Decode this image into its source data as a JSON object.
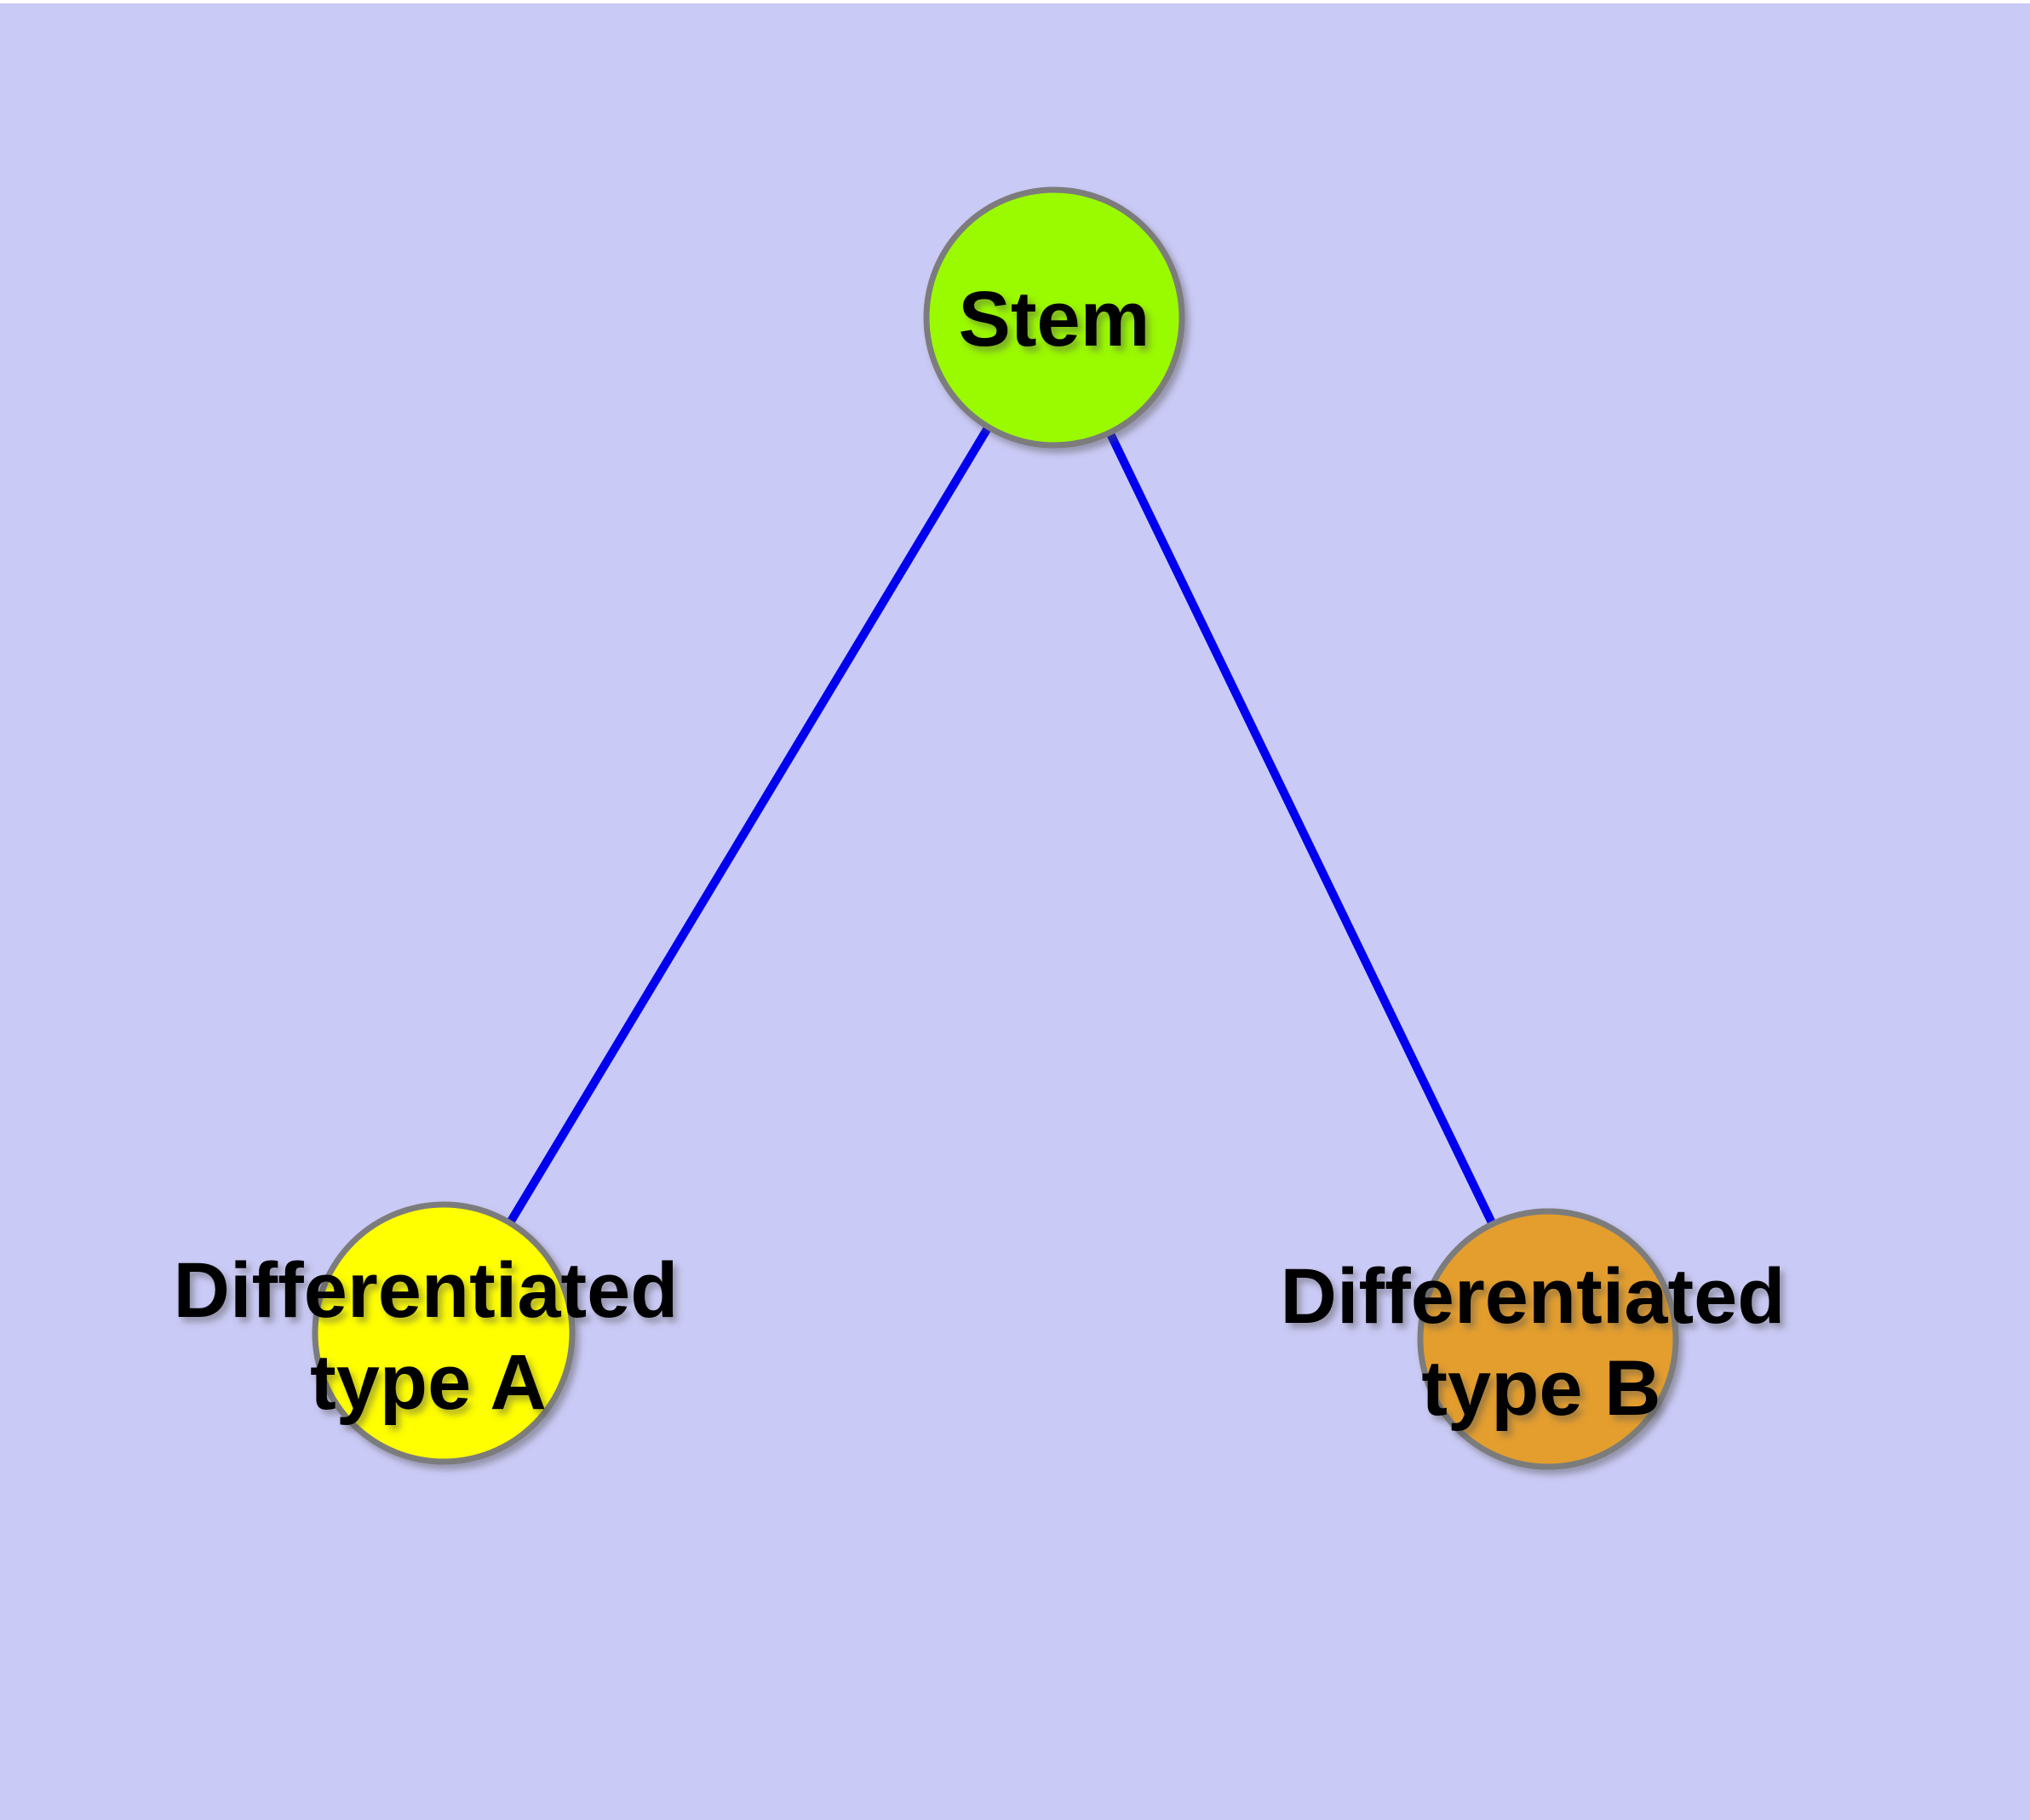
{
  "diagram": {
    "background_color": "#CACAF6",
    "top_margin_color": "#FFFFFF",
    "edge_color": "#0000EE",
    "node_border_color": "#7B7B7B",
    "label_color": "#000000",
    "nodes": [
      {
        "id": "stem",
        "label": "Stem",
        "fill": "#9AFA00"
      },
      {
        "id": "differentiated-type-a",
        "label_line1": "Differentiated",
        "label_line2": "type A",
        "fill": "#FFFF00"
      },
      {
        "id": "differentiated-type-b",
        "label_line1": "Differentiated",
        "label_line2": "type B",
        "fill": "#E49E2D"
      }
    ],
    "edges": [
      {
        "from": "stem",
        "to": "differentiated-type-a"
      },
      {
        "from": "stem",
        "to": "differentiated-type-b"
      }
    ]
  }
}
